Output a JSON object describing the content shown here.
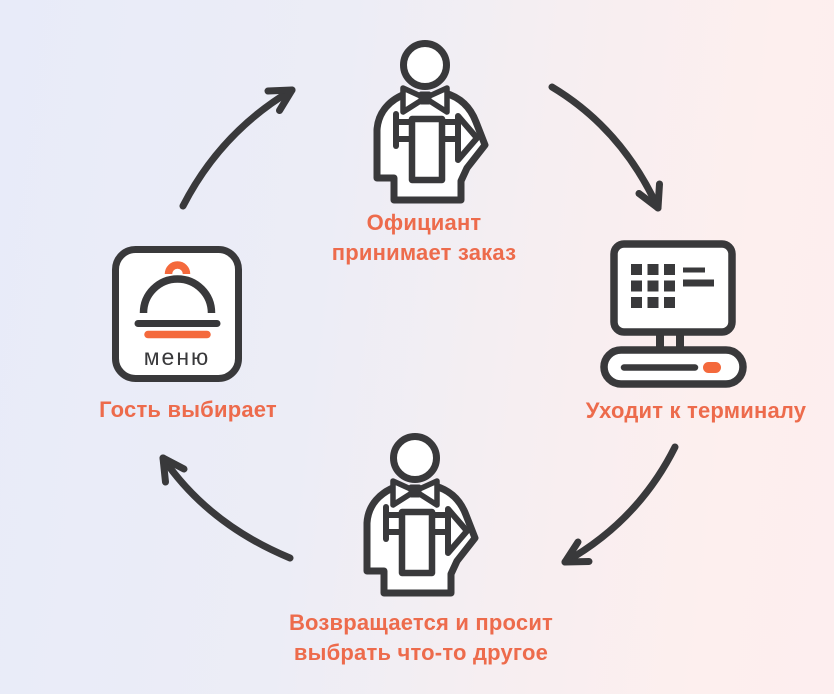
{
  "diagram": {
    "type": "cycle",
    "colors": {
      "line": "#39393B",
      "accent_text": "#ED6B4C",
      "accent_icon": "#F4693C",
      "background_left": "#E8EBF9",
      "background_right": "#FDEEEF",
      "icon_fill": "#FFFFFF"
    },
    "nodes": [
      {
        "position": "top",
        "icon": "waiter-icon",
        "label": "Официант\nпринимает заказ"
      },
      {
        "position": "right",
        "icon": "pos-terminal-icon",
        "label": "Уходит к терминалу"
      },
      {
        "position": "bottom",
        "icon": "waiter-icon",
        "label": "Возвращается и просит\nвыбрать что-то другое"
      },
      {
        "position": "left",
        "icon": "menu-icon",
        "label": "Гость выбирает",
        "icon_text": "меню"
      }
    ],
    "arrows": [
      {
        "from": "left",
        "to": "top"
      },
      {
        "from": "top",
        "to": "right"
      },
      {
        "from": "right",
        "to": "bottom"
      },
      {
        "from": "bottom",
        "to": "left"
      }
    ]
  }
}
